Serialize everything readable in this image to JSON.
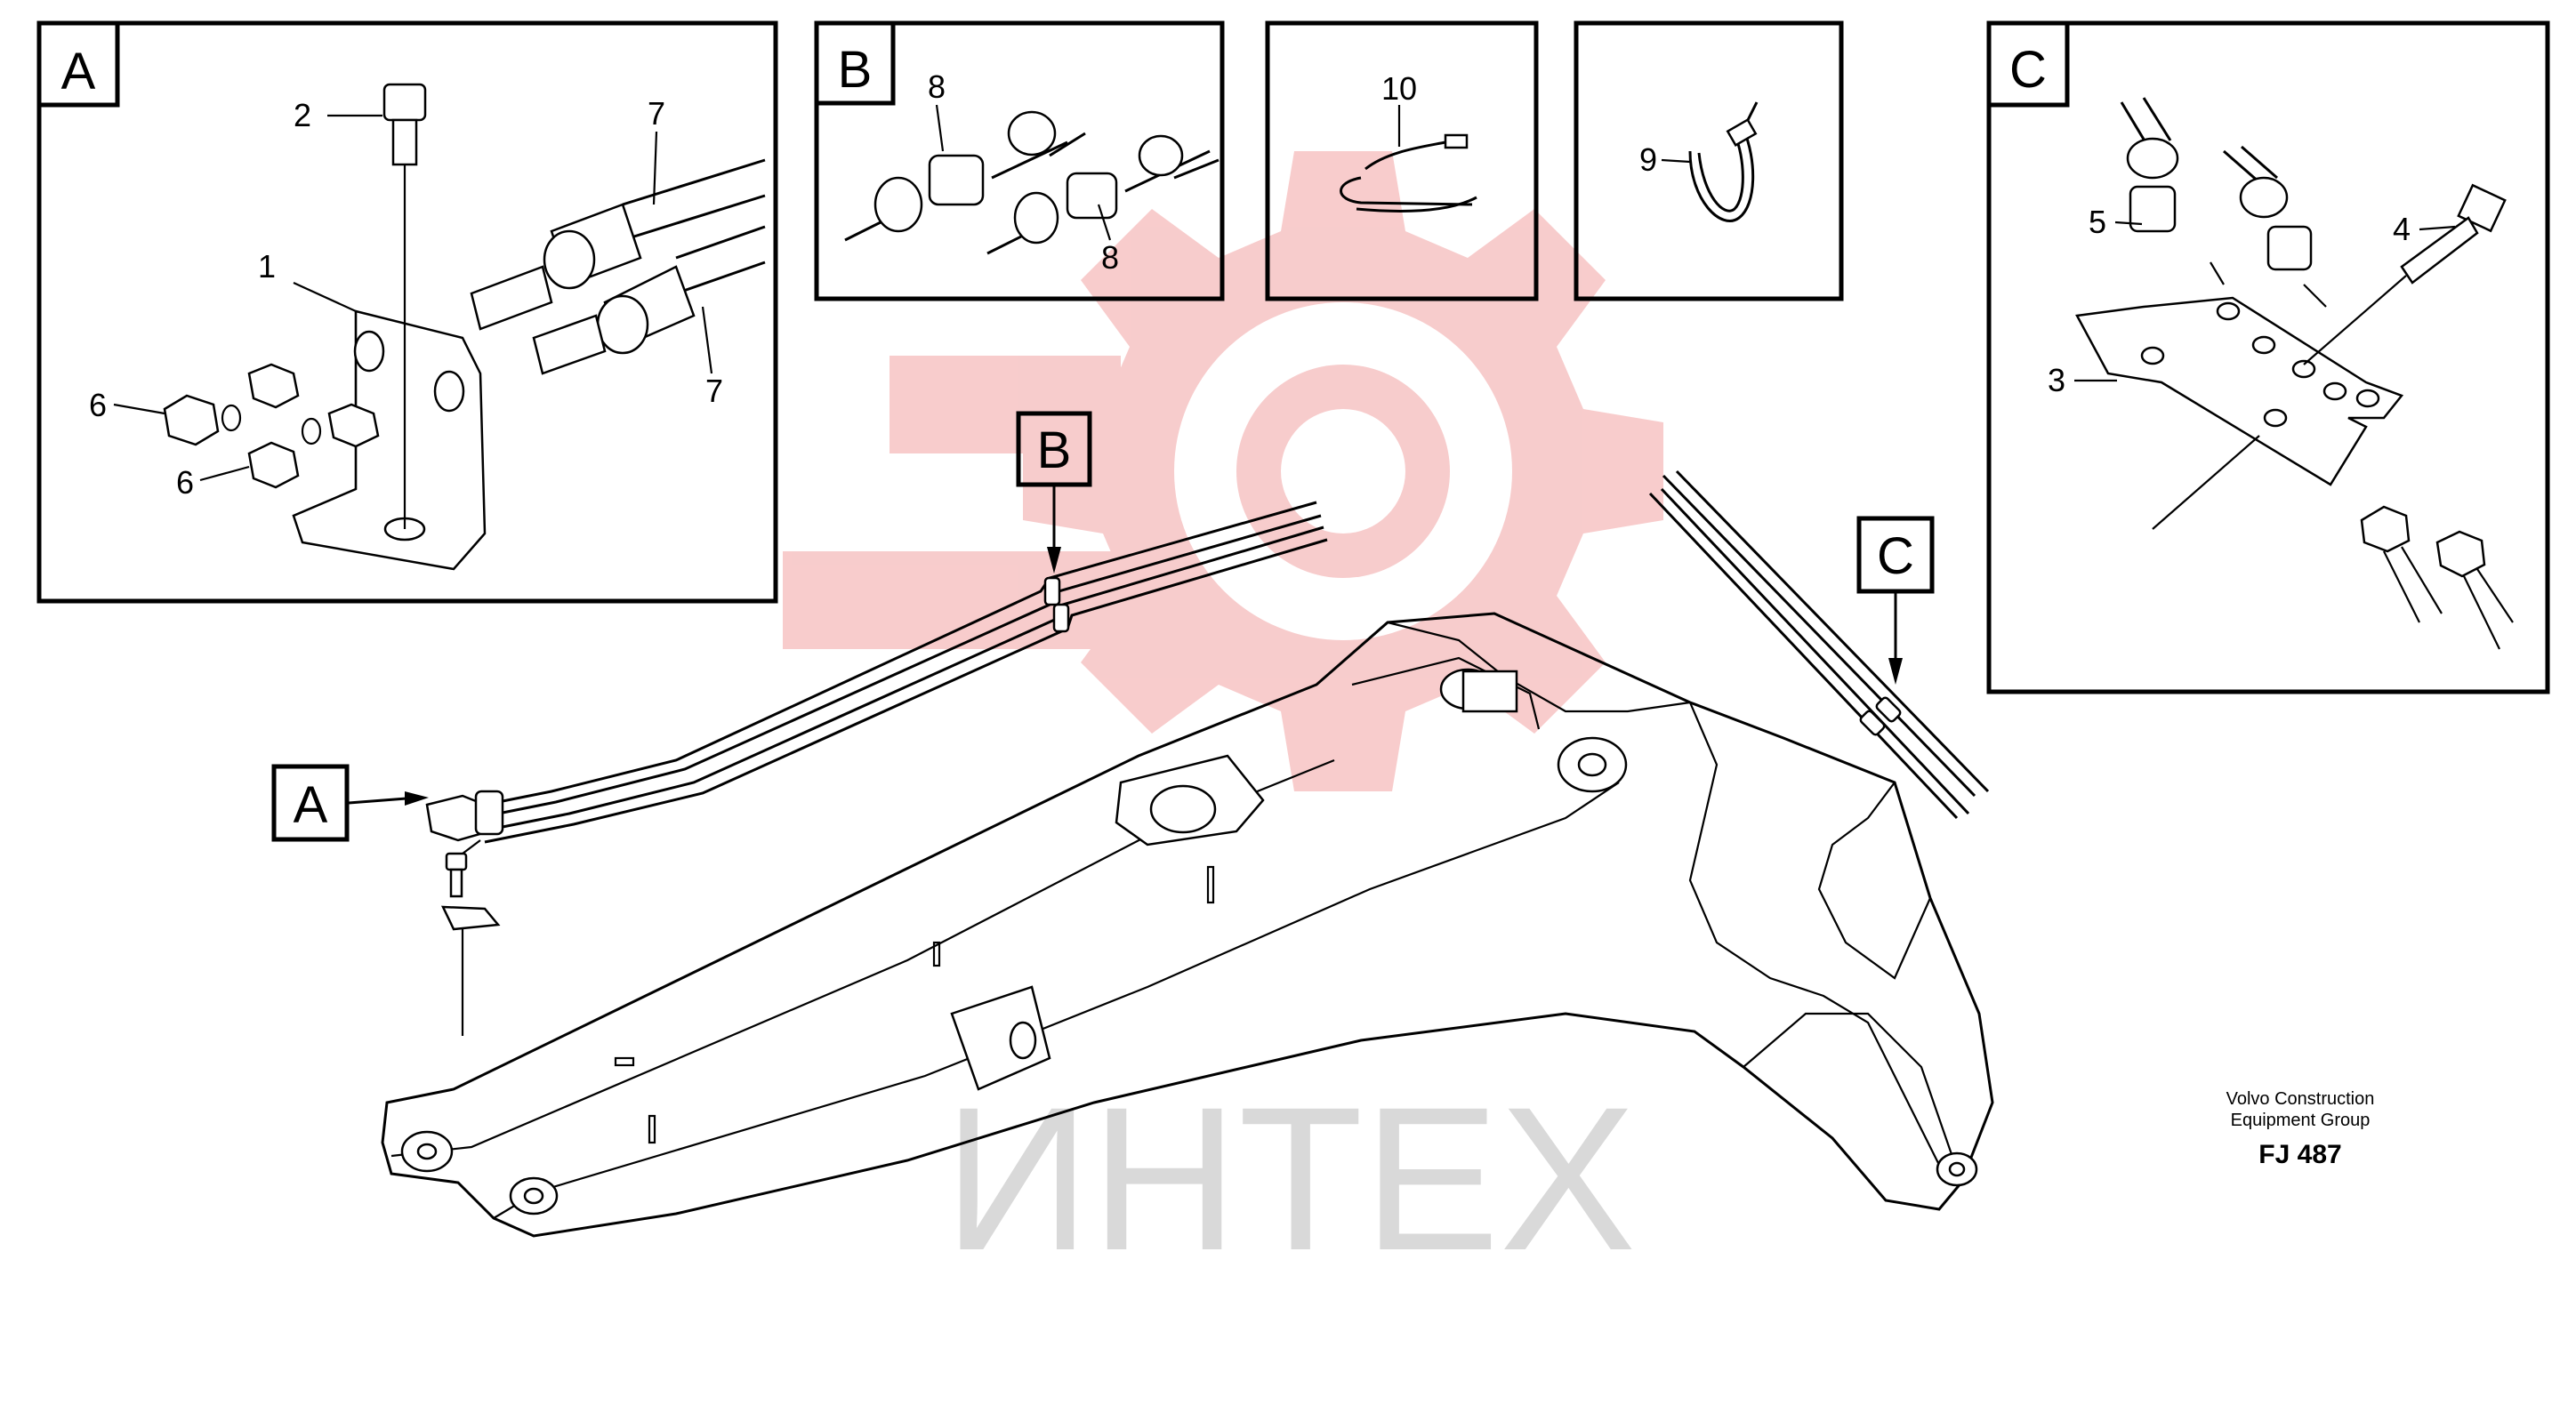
{
  "watermark": {
    "text": "ИНТЕХ",
    "color": "#f2a3a3",
    "text_color": "#d9d9d9"
  },
  "detail_panels": {
    "a": {
      "tag": "A",
      "callouts": {
        "bolt": "2",
        "bracket": "1",
        "hoses_upper": "7",
        "hoses_lower": "7",
        "nuts_upper": "6",
        "nuts_lower": "6"
      }
    },
    "b": {
      "tag": "B",
      "callouts": {
        "connector_upper": "8",
        "connector_lower": "8"
      }
    },
    "tie_clamp": {
      "callouts": {
        "clamp": "10"
      }
    },
    "cable_tie": {
      "callouts": {
        "tie": "9"
      }
    },
    "c": {
      "tag": "C",
      "callouts": {
        "connector": "5",
        "bolt": "4",
        "bracket": "3"
      }
    }
  },
  "main_view": {
    "markers": {
      "a": "A",
      "b": "B",
      "c": "C"
    }
  },
  "footer": {
    "company_line1": "Volvo Construction",
    "company_line2": "Equipment Group",
    "figure_code": "FJ 487"
  }
}
